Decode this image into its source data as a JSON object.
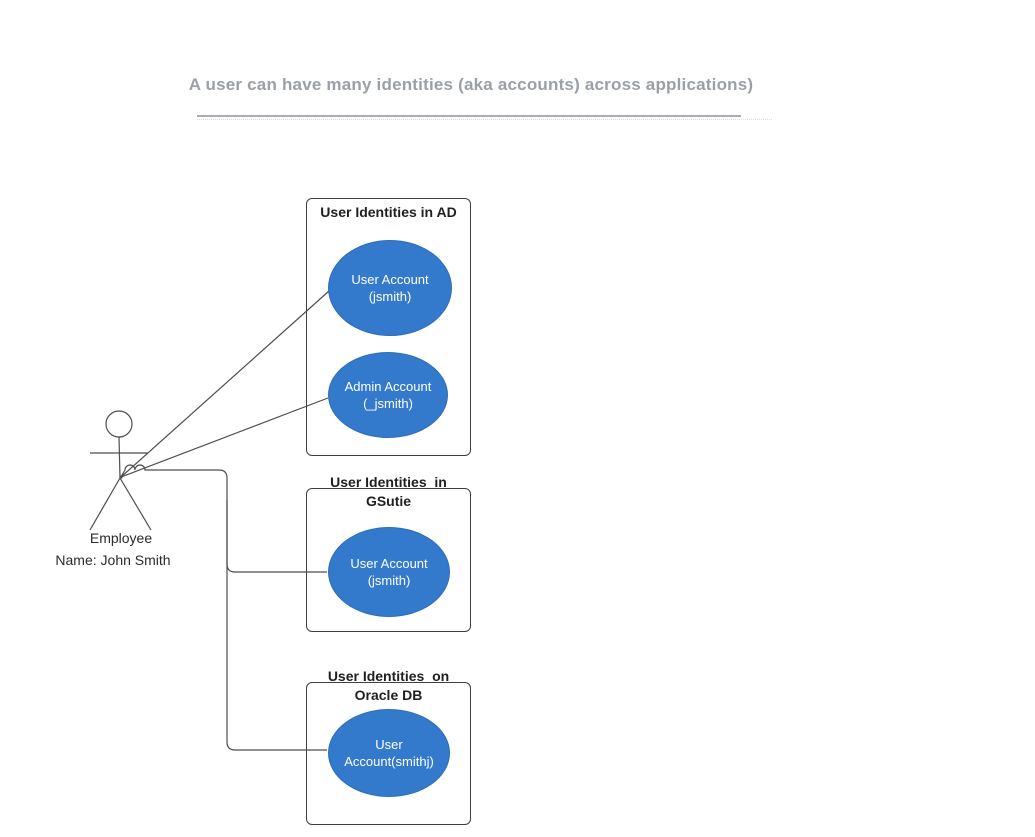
{
  "title": {
    "text": "A user can have many identities (aka accounts) across applications)"
  },
  "actor": {
    "label": "Employee",
    "sublabel": "Name: John Smith"
  },
  "groups": [
    {
      "title_line1": "User Identities in AD",
      "title_line2": "",
      "accounts": [
        {
          "line1": "User Account",
          "line2": "(jsmith)"
        },
        {
          "line1": "Admin Account",
          "line2": "(_jsmith)"
        }
      ]
    },
    {
      "title_line1": "User Identities  in",
      "title_line2": "GSutie",
      "accounts": [
        {
          "line1": "User Account",
          "line2": "(jsmith)"
        }
      ]
    },
    {
      "title_line1": "User Identities  on",
      "title_line2": "Oracle DB",
      "accounts": [
        {
          "line1": "User",
          "line2": "Account(smithj)"
        }
      ]
    }
  ],
  "colors": {
    "ellipse_fill": "#337acc",
    "ellipse_stroke": "#2d6cb5",
    "box_border": "#3f3f3f",
    "connector": "#4d4d4d",
    "title_color": "#9aa0a6",
    "underline_color": "#a8adb4"
  }
}
